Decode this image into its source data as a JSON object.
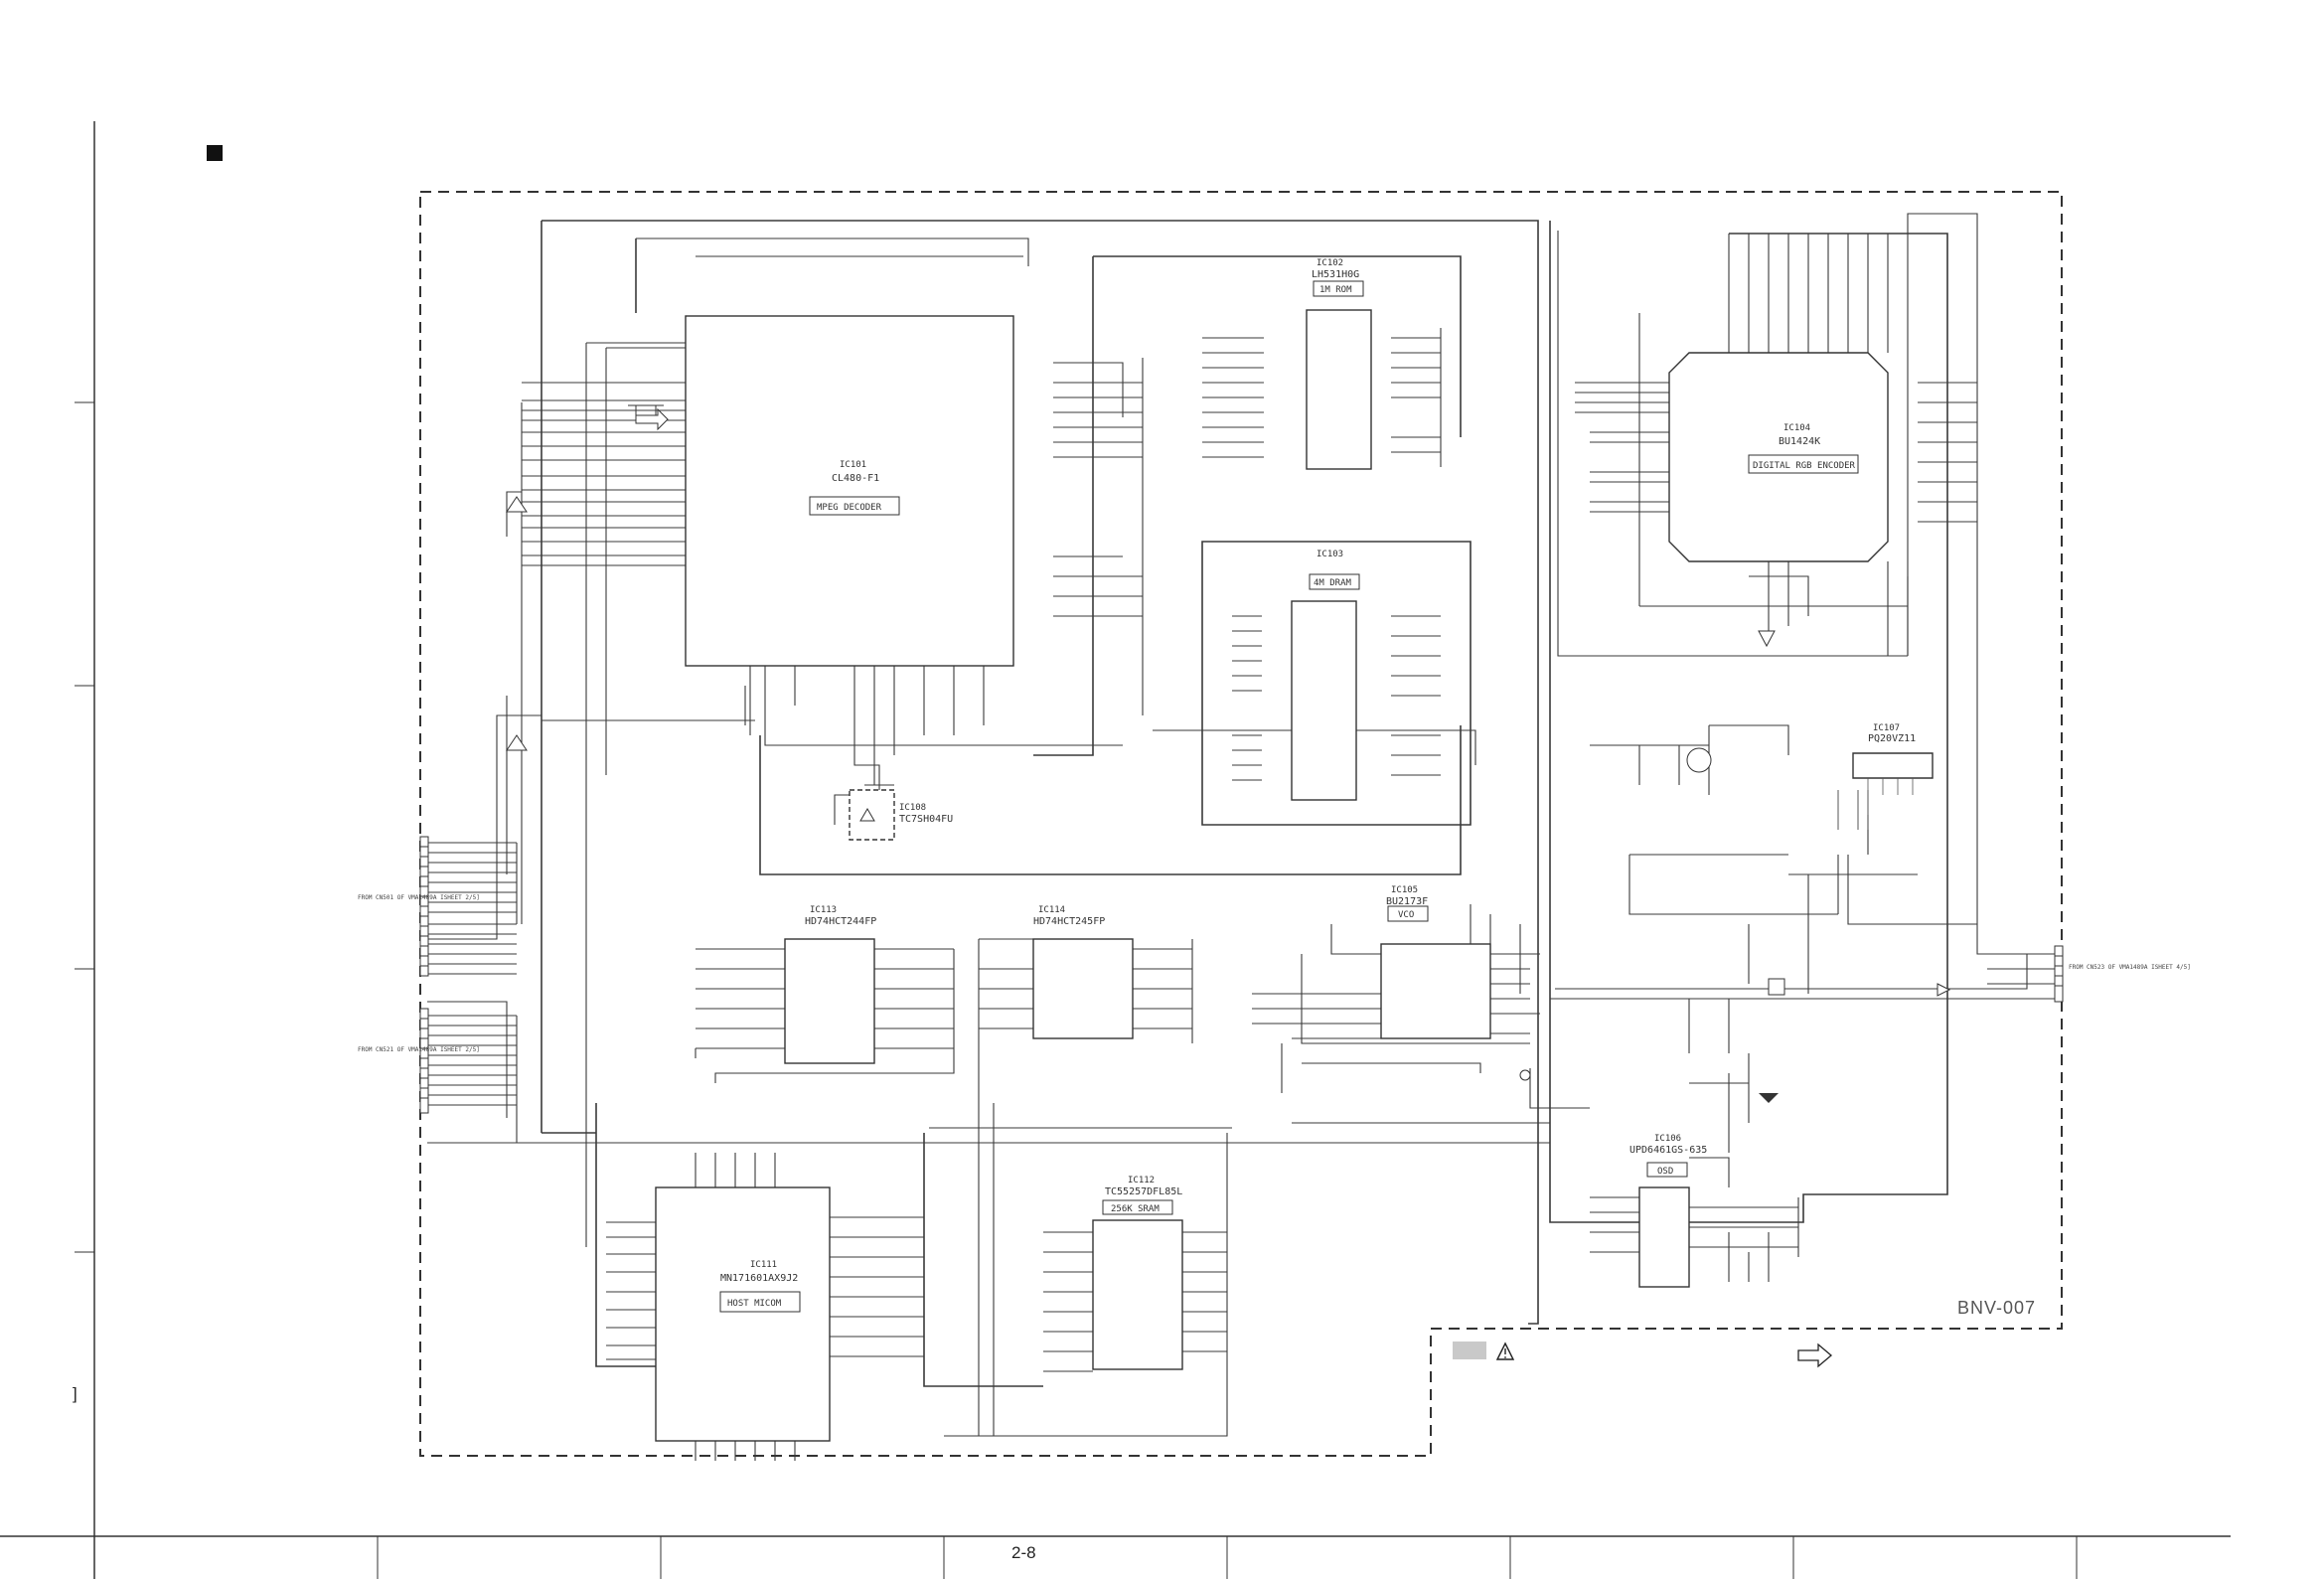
{
  "board": {
    "name": "BNV-007"
  },
  "page": {
    "number": "2-8",
    "left_mark": "]"
  },
  "ics": [
    {
      "ref": "IC101",
      "part": "CL480-F1",
      "function": "MPEG DECODER"
    },
    {
      "ref": "IC102",
      "part": "LH531H0G",
      "function": "1M ROM"
    },
    {
      "ref": "IC103",
      "part": "",
      "function": "4M DRAM"
    },
    {
      "ref": "IC104",
      "part": "BU1424K",
      "function": "DIGITAL RGB ENCODER"
    },
    {
      "ref": "IC105",
      "part": "BU2173F",
      "function": "VCO"
    },
    {
      "ref": "IC106",
      "part": "UPD6461GS-635",
      "function": "OSD"
    },
    {
      "ref": "IC107",
      "part": "PQ20VZ11",
      "function": ""
    },
    {
      "ref": "IC108",
      "part": "TC7SH04FU",
      "function": ""
    },
    {
      "ref": "IC111",
      "part": "MN171601AX9J2",
      "function": "HOST MICOM"
    },
    {
      "ref": "IC112",
      "part": "TC55257DFL85L",
      "function": "256K SRAM"
    },
    {
      "ref": "IC113",
      "part": "HD74HCT244FP",
      "function": ""
    },
    {
      "ref": "IC114",
      "part": "HD74HCT245FP",
      "function": ""
    }
  ],
  "connectors": [
    {
      "id": "cn501",
      "text": "FROM CN501 OF VMA1489A ISHEET 2/5]"
    },
    {
      "id": "cn521",
      "text": "FROM CN521 OF VMA1489A ISHEET 2/5]"
    },
    {
      "id": "cn523",
      "text": "FROM CN523 OF VMA1489A ISHEET 4/5]"
    }
  ],
  "legend": {
    "warning_icon": "warning-triangle-icon",
    "arrow_icon": "signal-arrow-icon"
  }
}
